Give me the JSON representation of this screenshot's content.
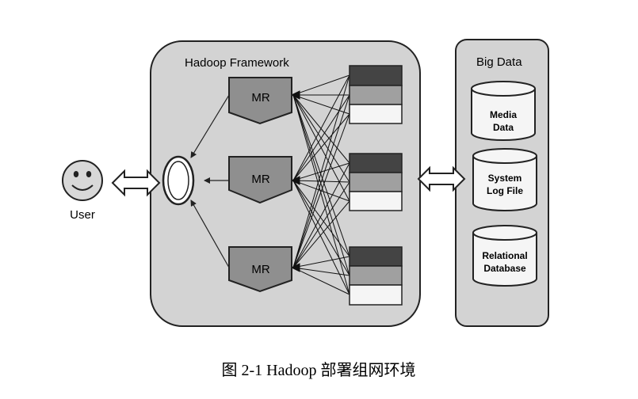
{
  "diagram": {
    "framework_label": "Hadoop Framework",
    "bigdata_label": "Big Data",
    "user_label": "User",
    "mr_labels": [
      "MR",
      "MR",
      "MR"
    ],
    "sources": [
      {
        "line1": "Media",
        "line2": "Data"
      },
      {
        "line1": "System",
        "line2": "Log File"
      },
      {
        "line1": "Relational",
        "line2": "Database"
      }
    ],
    "caption": "图 2-1 Hadoop 部署组网环境"
  },
  "colors": {
    "panel_fill": "#d3d3d3",
    "mr_fill": "#8f8f8f",
    "block_dark": "#444444",
    "block_mid": "#a0a0a0",
    "block_light": "#f5f5f5",
    "stroke": "#222222"
  }
}
